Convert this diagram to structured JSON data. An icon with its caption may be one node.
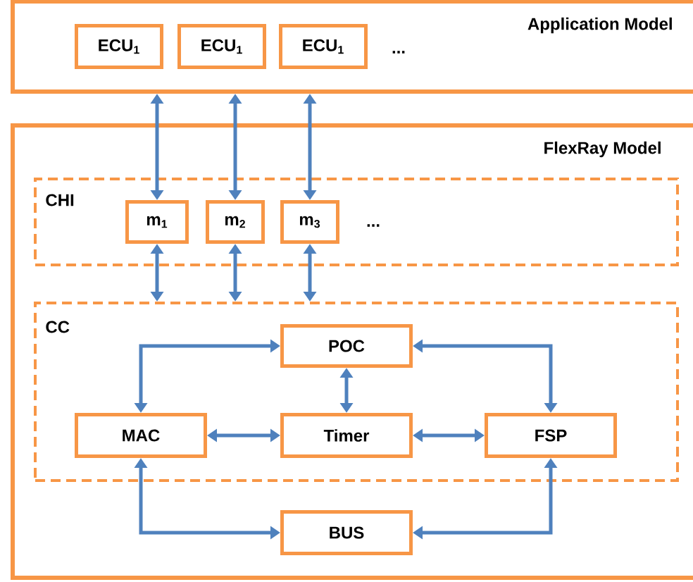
{
  "diagram": {
    "nodes": [
      {
        "text": [
          "Application Model"
        ]
      },
      {
        "text": [
          "ECU$_{1}$"
        ],
        "in": 0
      },
      {
        "text": [
          "ECU$_{1}$"
        ],
        "in": 0
      },
      {
        "text": [
          "ECU$_{1}$"
        ],
        "in": 0
      },
      {
        "text": [
          "FlexRay Model"
        ]
      },
      {
        "text": [
          "CHI"
        ],
        "in": 4
      },
      {
        "text": [
          "m$_{1}$"
        ],
        "in": 5
      },
      {
        "text": [
          "m$_{2}$"
        ],
        "in": 5
      },
      {
        "text": [
          "m$_{3}$"
        ],
        "in": 5
      },
      {
        "text": [
          "CC"
        ],
        "in": 4
      },
      {
        "text": [
          "POC"
        ],
        "in": 9
      },
      {
        "text": [
          "MAC"
        ],
        "in": 9
      },
      {
        "text": [
          "Timer"
        ],
        "in": 9
      },
      {
        "text": [
          "FSP"
        ],
        "in": 9
      },
      {
        "text": [
          "BUS"
        ],
        "in": 4
      }
    ],
    "edges": [
      {
        "from": 0,
        "to": 6,
        "arrow": "both"
      },
      {
        "from": 0,
        "to": 7,
        "arrow": "both"
      },
      {
        "from": 0,
        "to": 8,
        "arrow": "both"
      },
      {
        "from": 6,
        "to": 9,
        "arrow": "both"
      },
      {
        "from": 7,
        "to": 9,
        "arrow": "both"
      },
      {
        "from": 8,
        "to": 9,
        "arrow": "both"
      },
      {
        "from": 11,
        "to": 10,
        "arrow": "both"
      },
      {
        "from": 10,
        "to": 13,
        "arrow": "both"
      },
      {
        "from": 10,
        "to": 12,
        "arrow": "both"
      },
      {
        "from": 11,
        "to": 12,
        "arrow": "both"
      },
      {
        "from": 12,
        "to": 13,
        "arrow": "both"
      },
      {
        "from": 11,
        "to": 14,
        "arrow": "both"
      },
      {
        "from": 13,
        "to": 14,
        "arrow": "both"
      }
    ],
    "labels": [
      "...",
      "..."
    ]
  }
}
